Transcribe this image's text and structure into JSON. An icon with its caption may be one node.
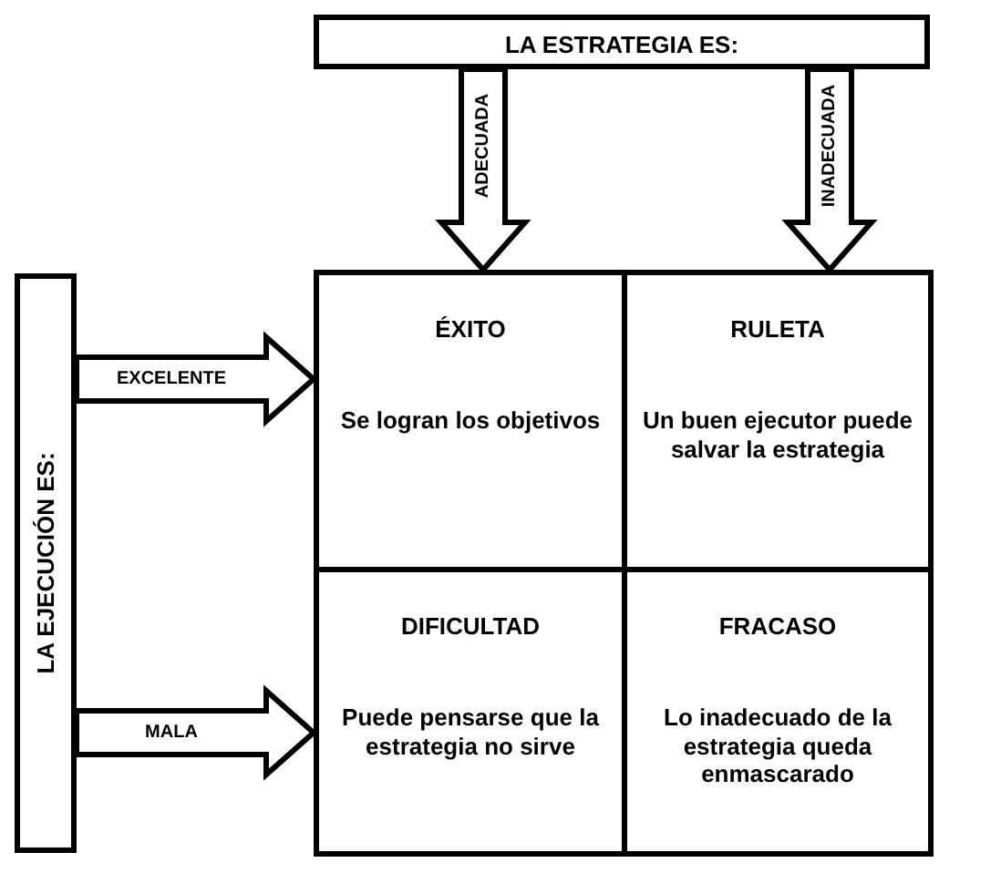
{
  "diagram": {
    "nodes": [
      {
        "text": [
          "LA ESTRATEGIA ES:"
        ]
      },
      {
        "text": [
          "LA EJECUCIÓN ES:"
        ]
      },
      {
        "text": [
          "ÉXITO",
          "Se logran los objetivos"
        ]
      },
      {
        "text": [
          "RULETA",
          "Un buen ejecutor puede salvar la estrategia"
        ]
      },
      {
        "text": [
          "DIFICULTAD",
          "Puede pensarse que la estrategia no sirve"
        ]
      },
      {
        "text": [
          "FRACASO",
          "Lo inadecuado de la estrategia queda enmascarado"
        ]
      }
    ],
    "edges": [
      {
        "from": 0,
        "to": 2,
        "arrow": "to",
        "label": "ADECUADA",
        "style": "thick"
      },
      {
        "from": 0,
        "to": 3,
        "arrow": "to",
        "label": "INADECUADA",
        "style": "thick"
      },
      {
        "from": 1,
        "to": 2,
        "arrow": "to",
        "label": "EXCELENTE",
        "style": "thick"
      },
      {
        "from": 1,
        "to": 4,
        "arrow": "to",
        "label": "MALA",
        "style": "thick"
      }
    ]
  }
}
